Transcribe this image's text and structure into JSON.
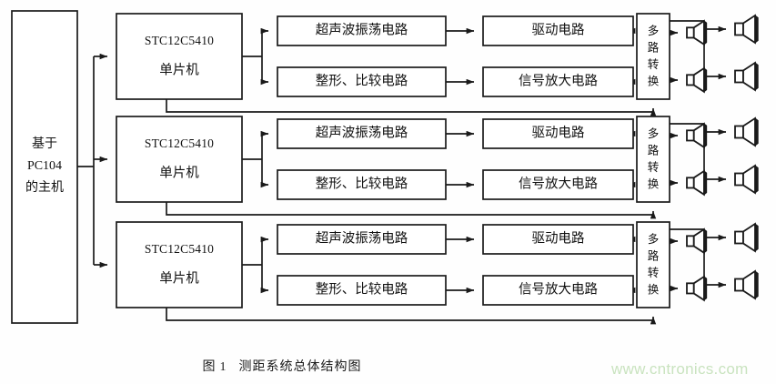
{
  "figure": {
    "caption_prefix": "图",
    "caption_number": "1",
    "caption_title": "测距系统总体结构图",
    "watermark": "www.cntronics.com",
    "line_color": "#1a1a1a",
    "text_color": "#111111",
    "watermark_color": "#c9e3bf",
    "background_color": "#ffffff"
  },
  "host": {
    "name": "host-block",
    "lines": [
      "基于",
      "PC104",
      "的主机"
    ]
  },
  "channels": [
    {
      "index": 1,
      "mcu": {
        "part": "STC12C5410",
        "type": "单片机"
      },
      "blocks": [
        {
          "name": "ultrasonic-oscillator",
          "label": "超声波振荡电路"
        },
        {
          "name": "drive-circuit",
          "label": "驱动电路"
        },
        {
          "name": "shaping-comparator",
          "label": "整形、比较电路"
        },
        {
          "name": "signal-amplifier",
          "label": "信号放大电路"
        }
      ],
      "mux": {
        "label": "多路转换",
        "chars": [
          "多",
          "路",
          "转",
          "换"
        ]
      },
      "transducers": 4
    },
    {
      "index": 2,
      "mcu": {
        "part": "STC12C5410",
        "type": "单片机"
      },
      "blocks": [
        {
          "name": "ultrasonic-oscillator",
          "label": "超声波振荡电路"
        },
        {
          "name": "drive-circuit",
          "label": "驱动电路"
        },
        {
          "name": "shaping-comparator",
          "label": "整形、比较电路"
        },
        {
          "name": "signal-amplifier",
          "label": "信号放大电路"
        }
      ],
      "mux": {
        "label": "多路转换",
        "chars": [
          "多",
          "路",
          "转",
          "换"
        ]
      },
      "transducers": 4
    },
    {
      "index": 3,
      "mcu": {
        "part": "STC12C5410",
        "type": "单片机"
      },
      "blocks": [
        {
          "name": "ultrasonic-oscillator",
          "label": "超声波振荡电路"
        },
        {
          "name": "drive-circuit",
          "label": "驱动电路"
        },
        {
          "name": "shaping-comparator",
          "label": "整形、比较电路"
        },
        {
          "name": "signal-amplifier",
          "label": "信号放大电路"
        }
      ],
      "mux": {
        "label": "多路转换",
        "chars": [
          "多",
          "路",
          "转",
          "换"
        ]
      },
      "transducers": 4
    }
  ]
}
